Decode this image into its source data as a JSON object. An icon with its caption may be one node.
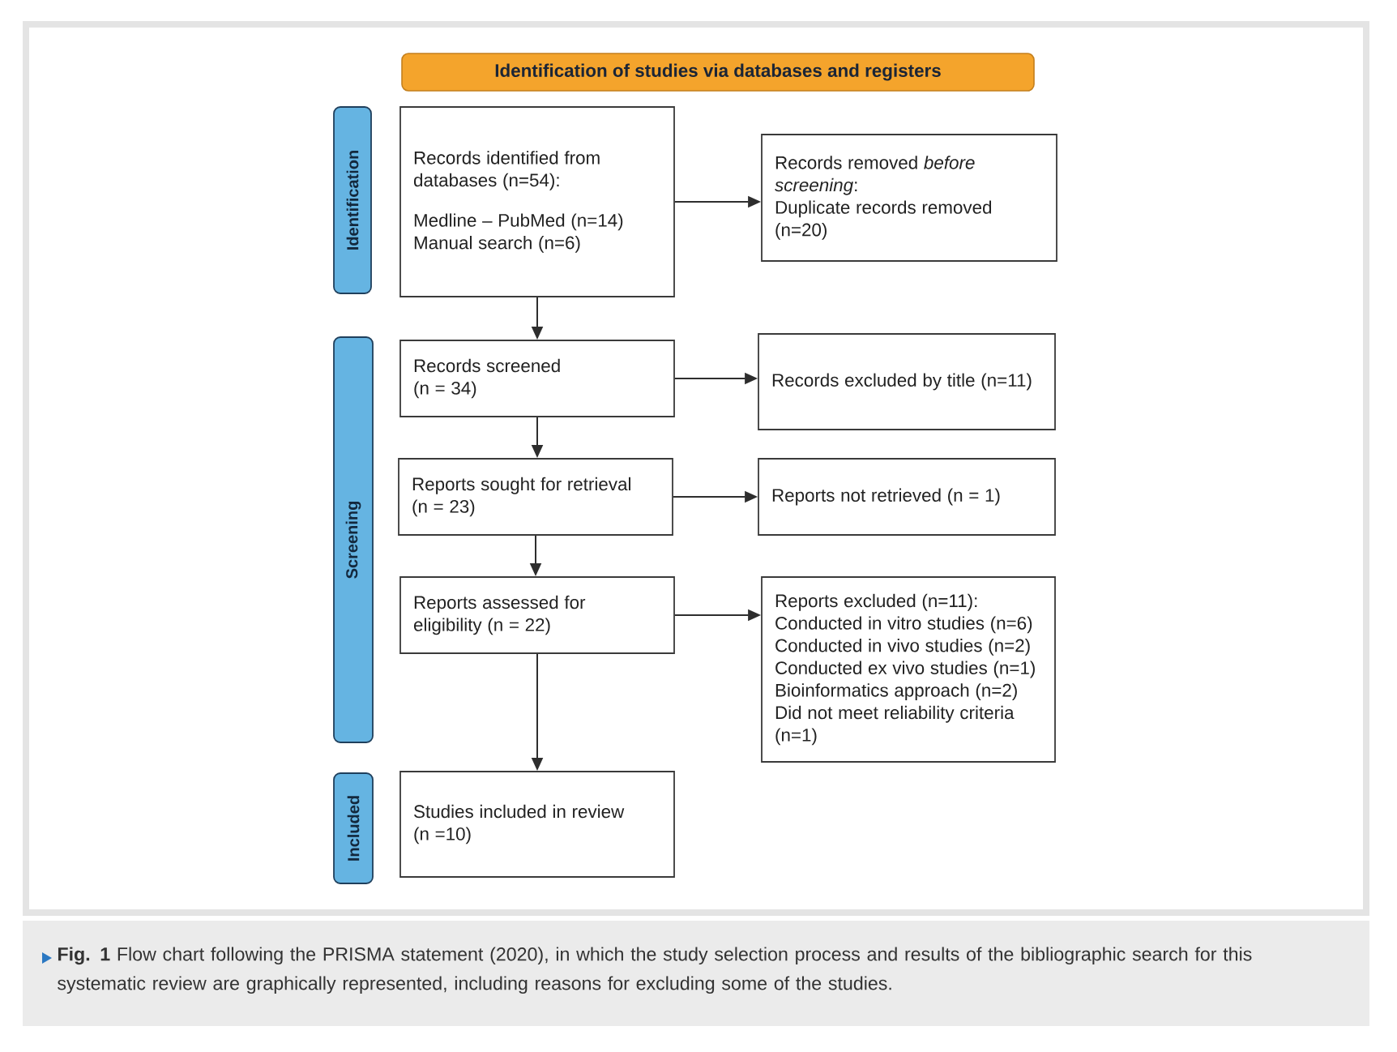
{
  "diagram": {
    "caption": "**Fig. 1** Flow chart following the PRISMA statement (2020), in which the study selection process and results of the bibliographic search for this systematic review are graphically represented, including reasons for excluding some of the studies.",
    "nodes": [
      {
        "text": [
          "Identification of studies via databases and registers"
        ]
      },
      {
        "text": [
          "Identification"
        ]
      },
      {
        "text": [
          "Records identified from databases (n=54):",
          "Medline – PubMed (n=14)",
          "Manual search (n=6)"
        ]
      },
      {
        "text": [
          "Records removed *before screening*:",
          "Duplicate records removed (n=20)"
        ]
      },
      {
        "text": [
          "Screening"
        ]
      },
      {
        "text": [
          "Records screened (n = 34)"
        ]
      },
      {
        "text": [
          "Records excluded by title (n=11)"
        ]
      },
      {
        "text": [
          "Reports sought for retrieval (n = 23)"
        ]
      },
      {
        "text": [
          "Reports not retrieved (n = 1)"
        ]
      },
      {
        "text": [
          "Reports assessed for eligibility (n = 22)"
        ]
      },
      {
        "text": [
          "Reports excluded (n=11):",
          "Conducted in vitro studies (n=6)",
          "Conducted in vivo studies (n=2)",
          "Conducted ex vivo studies (n=1)",
          "Bioinformatics approach (n=2)",
          "Did not meet reliability criteria (n=1)"
        ]
      },
      {
        "text": [
          "Included"
        ]
      },
      {
        "text": [
          "Studies included in review (n =10)"
        ]
      }
    ],
    "edges": [
      {
        "from": 2,
        "to": 3,
        "arrow": "to"
      },
      {
        "from": 2,
        "to": 5,
        "arrow": "to"
      },
      {
        "from": 5,
        "to": 6,
        "arrow": "to"
      },
      {
        "from": 5,
        "to": 7,
        "arrow": "to"
      },
      {
        "from": 7,
        "to": 8,
        "arrow": "to"
      },
      {
        "from": 7,
        "to": 9,
        "arrow": "to"
      },
      {
        "from": 9,
        "to": 10,
        "arrow": "to"
      },
      {
        "from": 9,
        "to": 12,
        "arrow": "to"
      }
    ]
  }
}
